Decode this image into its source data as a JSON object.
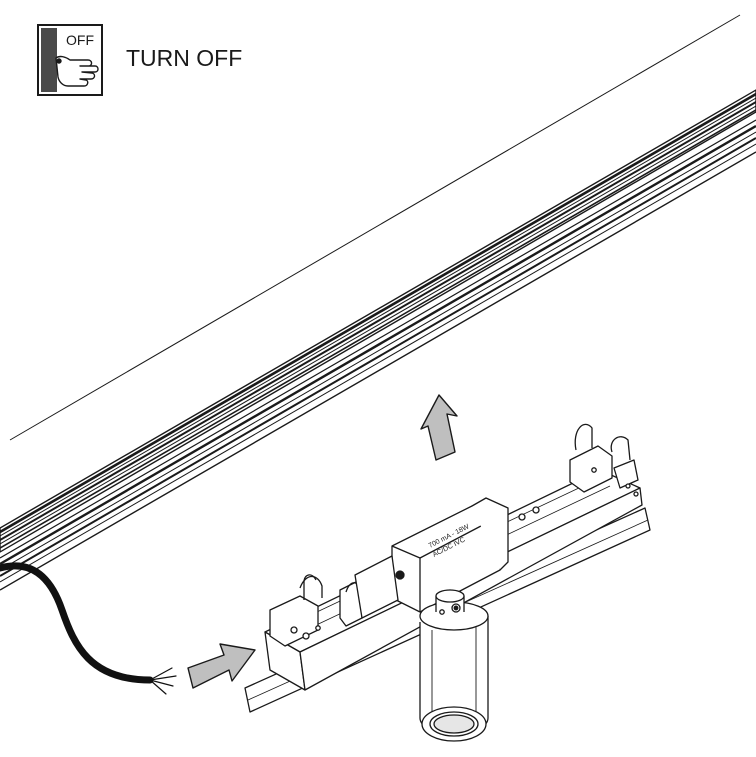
{
  "header": {
    "switch_label": "OFF",
    "instruction": "TURN OFF"
  },
  "driver_label": {
    "line1": "700 mA - 18W",
    "line2": "AC/DC IVC"
  },
  "icons": [
    "switch-off-icon",
    "hand-press-icon",
    "up-arrow-icon",
    "insert-arrow-icon"
  ],
  "colors": {
    "line": "#1a1a1a",
    "arrow_fill": "#bfbfbf",
    "cable": "#111111"
  }
}
